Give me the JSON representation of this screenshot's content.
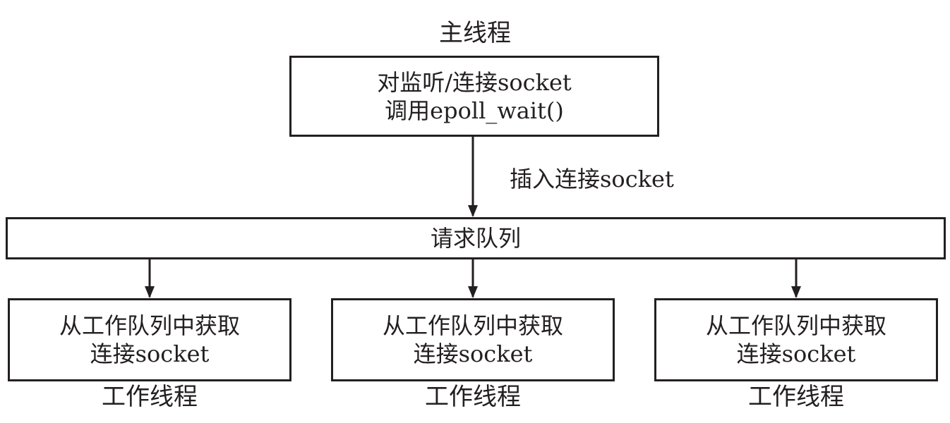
{
  "main_thread": {
    "title": "主线程",
    "box_lines": [
      "对监听/连接socket",
      "调用epoll_wait()"
    ]
  },
  "edge_label": "插入连接socket",
  "queue": {
    "label": "请求队列"
  },
  "workers": [
    {
      "box_lines": [
        "从工作队列中获取",
        "连接socket"
      ],
      "title": "工作线程"
    },
    {
      "box_lines": [
        "从工作队列中获取",
        "连接socket"
      ],
      "title": "工作线程"
    },
    {
      "box_lines": [
        "从工作队列中获取",
        "连接socket"
      ],
      "title": "工作线程"
    }
  ],
  "colors": {
    "stroke": "#231f20",
    "background": "#ffffff"
  }
}
